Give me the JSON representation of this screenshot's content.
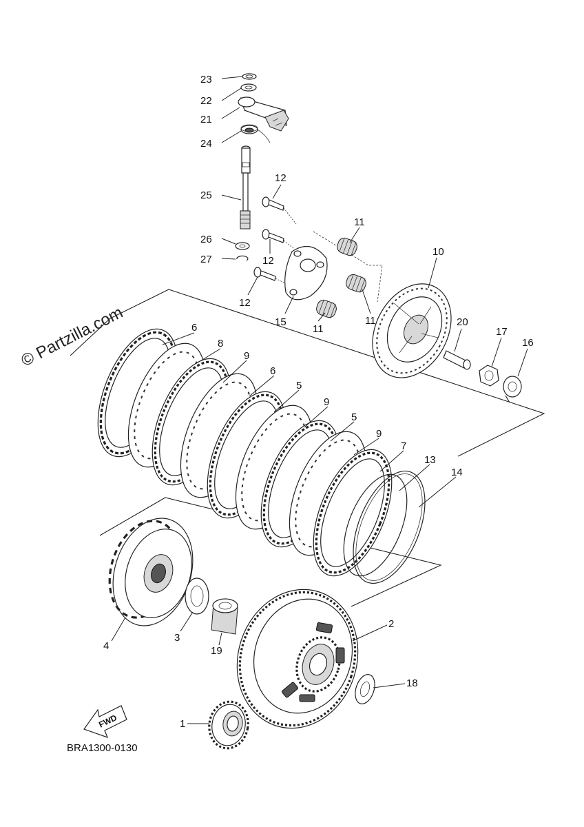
{
  "watermark": "© Partzilla.com",
  "diagram_code": "BRA1300-0130",
  "fwd_arrow": {
    "label": "FWD"
  },
  "callouts": {
    "c23": "23",
    "c22": "22",
    "c21": "21",
    "c24": "24",
    "c25": "25",
    "c26": "26",
    "c27": "27",
    "c12a": "12",
    "c12b": "12",
    "c12c": "12",
    "c11a": "11",
    "c11b": "11",
    "c11c": "11",
    "c10": "10",
    "c15": "15",
    "c20": "20",
    "c17": "17",
    "c16": "16",
    "c6a": "6",
    "c8": "8",
    "c9a": "9",
    "c6b": "6",
    "c5a": "5",
    "c9b": "9",
    "c5b": "5",
    "c9c": "9",
    "c7": "7",
    "c13": "13",
    "c14": "14",
    "c4": "4",
    "c3": "3",
    "c19": "19",
    "c2": "2",
    "c18": "18",
    "c1": "1"
  }
}
